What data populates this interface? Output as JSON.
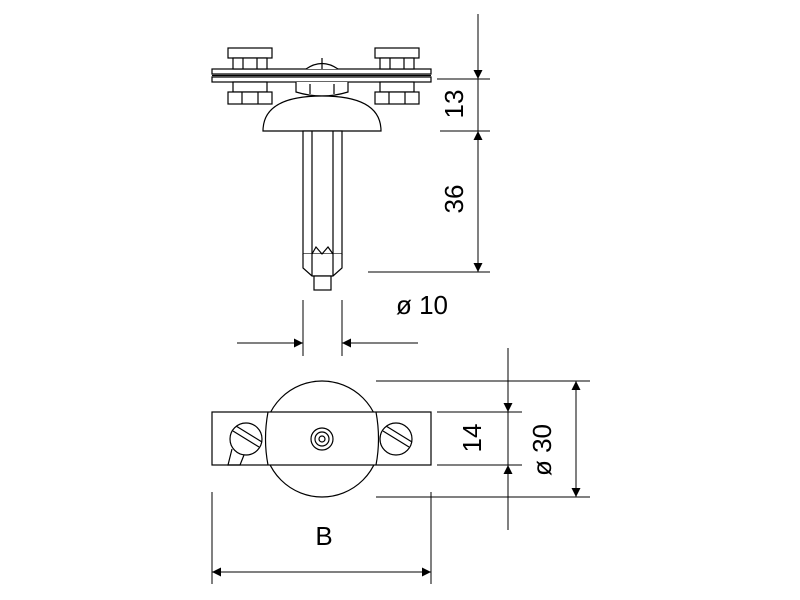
{
  "colors": {
    "line": "#000000",
    "background": "#ffffff"
  },
  "dimensions": {
    "height_top": "13",
    "length_pin": "36",
    "pin_diameter": "ø 10",
    "slot_width": "14",
    "disc_diameter": "ø 30",
    "length_b": "B"
  }
}
